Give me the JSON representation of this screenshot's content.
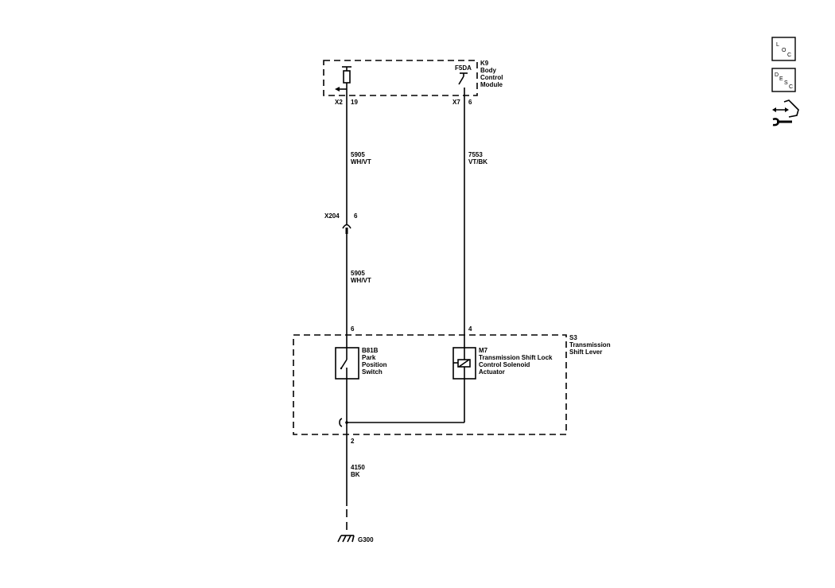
{
  "modules": {
    "bcm": {
      "id": "K9",
      "lines": [
        "Body",
        "Control",
        "Module"
      ]
    },
    "shift_lever": {
      "id": "S3",
      "lines": [
        "Transmission",
        "Shift Lever"
      ]
    }
  },
  "bcm_pins": {
    "left_connector": "X2",
    "left_pin": "19",
    "fuse": "F5DA",
    "right_connector": "X7",
    "right_pin": "6"
  },
  "wires": {
    "w1": {
      "circuit": "5905",
      "color": "WH/VT"
    },
    "w2": {
      "circuit": "7553",
      "color": "VT/BK"
    },
    "w3": {
      "circuit": "5905",
      "color": "WH/VT"
    },
    "w4": {
      "circuit": "4150",
      "color": "BK"
    }
  },
  "inline_connector": {
    "id": "X204",
    "pin": "6"
  },
  "s3_pins": {
    "left": "6",
    "right": "4",
    "ground": "2"
  },
  "components": {
    "switch": {
      "id": "B81B",
      "lines": [
        "Park",
        "Position",
        "Switch"
      ]
    },
    "solenoid": {
      "id": "M7",
      "lines": [
        "Transmission Shift Lock",
        "Control Solenoid",
        "Actuator"
      ]
    }
  },
  "ground": {
    "id": "G300"
  },
  "side_icons": {
    "loc": {
      "name": "location-icon",
      "letters": [
        "L",
        "O",
        "C"
      ]
    },
    "desc": {
      "name": "description-icon",
      "letters": [
        "D",
        "E",
        "S",
        "C"
      ]
    },
    "service": {
      "name": "service-hand-wrench-icon"
    }
  }
}
